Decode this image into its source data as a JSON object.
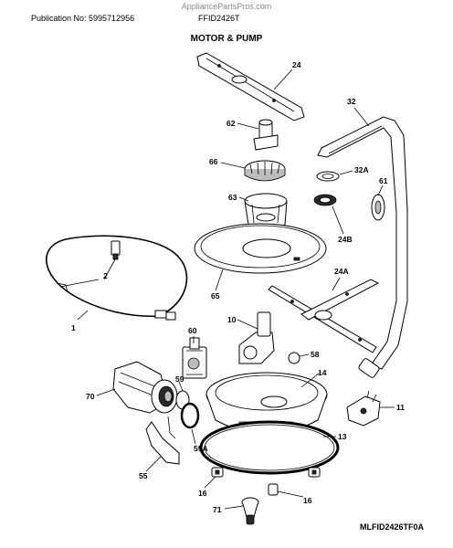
{
  "header": {
    "watermark": "AppliancePartsPros.com",
    "publication": "Publication No: 5995712956",
    "model": "FFID2426T",
    "title": "MOTOR & PUMP"
  },
  "footer": {
    "diagram_code": "MLFID2426TF0A"
  },
  "callouts": {
    "p24": "24",
    "p32": "32",
    "p62": "62",
    "p66": "66",
    "p32a": "32A",
    "p61": "61",
    "p63": "63",
    "p24b": "24B",
    "p2": "2",
    "p24a": "24A",
    "p65": "65",
    "p1": "1",
    "p60": "60",
    "p10": "10",
    "p58": "58",
    "p14": "14",
    "p70": "70",
    "p59": "59",
    "p11": "11",
    "p13": "13",
    "p59a": "59A",
    "p55": "55",
    "p16a": "16",
    "p16b": "16",
    "p71": "71"
  }
}
